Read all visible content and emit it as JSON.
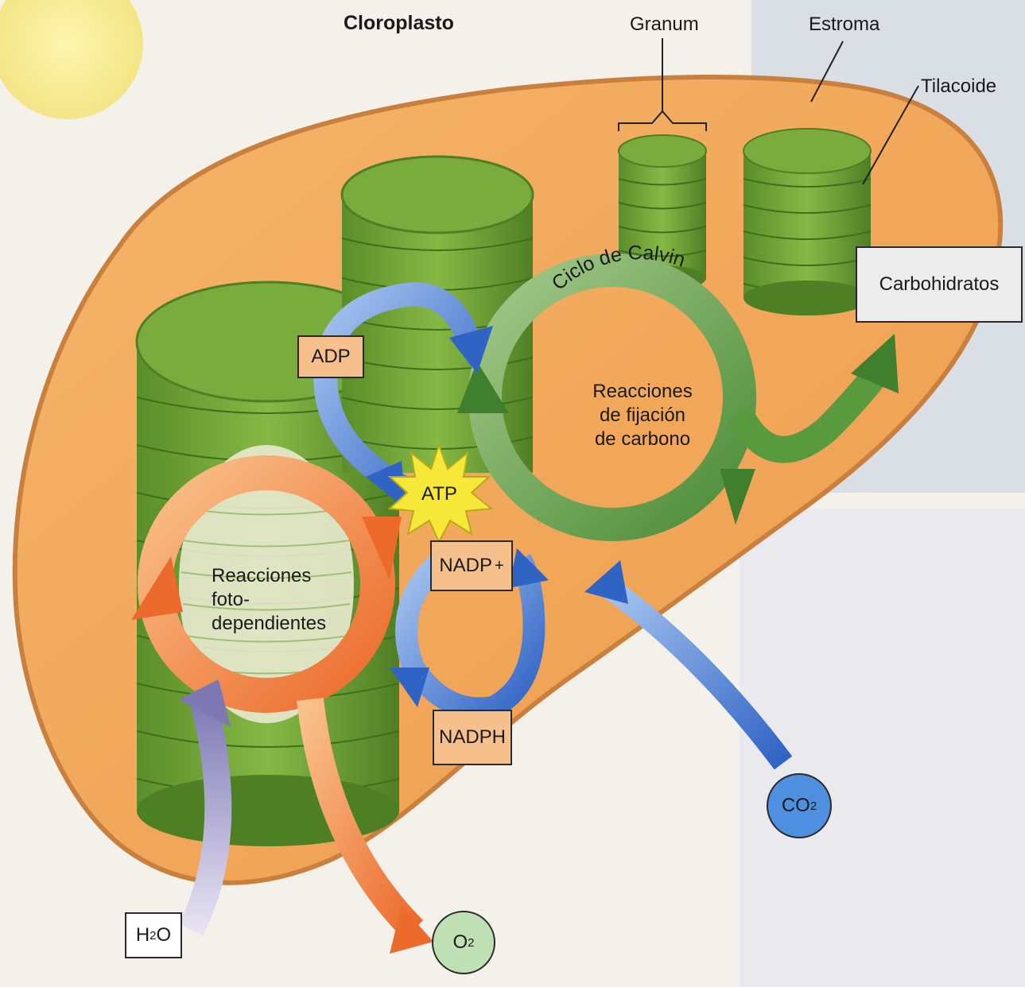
{
  "labels": {
    "title": "Cloroplasto",
    "granum": "Granum",
    "estroma": "Estroma",
    "tilacoide": "Tilacoide",
    "calvin_cycle": "Ciclo de Calvin",
    "carbohidratos": "Carbohidratos",
    "adp": "ADP",
    "atp": "ATP",
    "nadp_plus": "NADP",
    "nadp_plus_sign": "+",
    "nadph": "NADPH",
    "co2_main": "CO",
    "co2_sub": "2",
    "h2o_h": "H",
    "h2o_sub": "2",
    "h2o_o": "O",
    "o2_main": "O",
    "o2_sub": "2",
    "dark_reactions": [
      "Reacciones",
      "de fijación",
      "de carbono"
    ],
    "light_reactions": [
      "Reacciones",
      "foto-",
      "dependientes"
    ]
  },
  "colors": {
    "stroma": "#f0a65a",
    "thylakoid": "#6f9e36",
    "calvin_arrow": "#4f8f3a",
    "light_arrow": "#f08a3c",
    "atp_cycle_arrow": "#4a7bd0",
    "atp_burst": "#f5e838",
    "co2_circle": "#4f8fe0",
    "o2_circle": "#bfe0b5",
    "label_box": "#f6c08d"
  }
}
